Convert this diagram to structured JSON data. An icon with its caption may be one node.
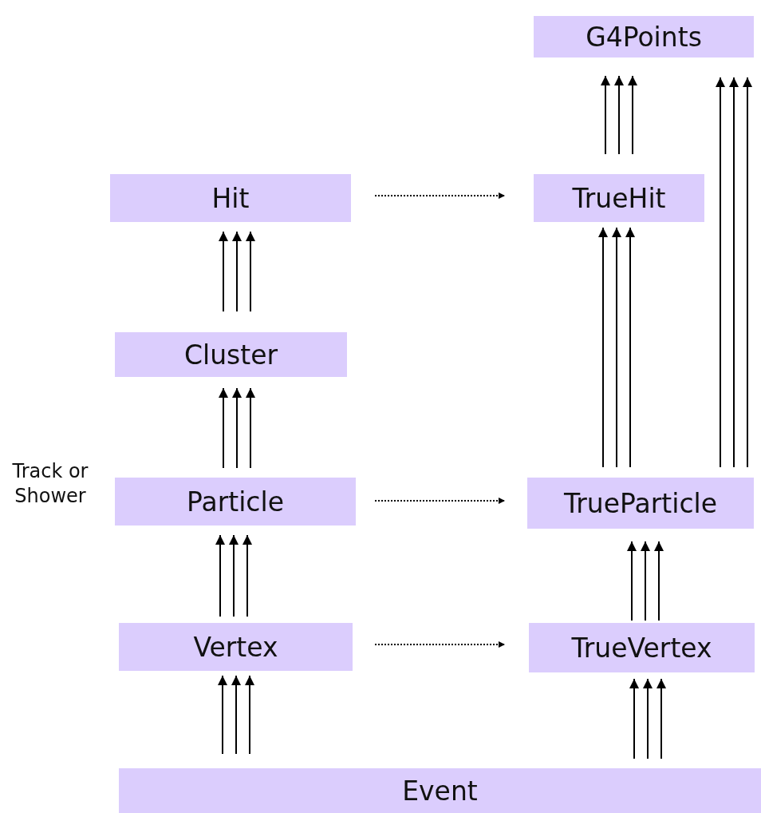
{
  "diagram": {
    "nodes": [
      {
        "text": [
          "G4Points"
        ]
      },
      {
        "text": [
          "Hit"
        ]
      },
      {
        "text": [
          "TrueHit"
        ]
      },
      {
        "text": [
          "Cluster"
        ]
      },
      {
        "text": [
          "Particle"
        ],
        "beside": [
          "Track or Shower"
        ]
      },
      {
        "text": [
          "TrueParticle"
        ]
      },
      {
        "text": [
          "Vertex"
        ]
      },
      {
        "text": [
          "TrueVertex"
        ]
      },
      {
        "text": [
          "Event"
        ]
      }
    ],
    "edges": [
      {
        "from": 2,
        "to": 0,
        "arrow": "to"
      },
      {
        "from": 2,
        "to": 0,
        "arrow": "to"
      },
      {
        "from": 2,
        "to": 0,
        "arrow": "to"
      },
      {
        "from": 5,
        "to": 0,
        "arrow": "to"
      },
      {
        "from": 5,
        "to": 0,
        "arrow": "to"
      },
      {
        "from": 5,
        "to": 0,
        "arrow": "to"
      },
      {
        "from": 1,
        "to": 2,
        "arrow": "to",
        "style": "dashed"
      },
      {
        "from": 3,
        "to": 1,
        "arrow": "to"
      },
      {
        "from": 3,
        "to": 1,
        "arrow": "to"
      },
      {
        "from": 3,
        "to": 1,
        "arrow": "to"
      },
      {
        "from": 5,
        "to": 2,
        "arrow": "to"
      },
      {
        "from": 5,
        "to": 2,
        "arrow": "to"
      },
      {
        "from": 5,
        "to": 2,
        "arrow": "to"
      },
      {
        "from": 4,
        "to": 3,
        "arrow": "to"
      },
      {
        "from": 4,
        "to": 3,
        "arrow": "to"
      },
      {
        "from": 4,
        "to": 3,
        "arrow": "to"
      },
      {
        "from": 4,
        "to": 5,
        "arrow": "to",
        "style": "dashed"
      },
      {
        "from": 6,
        "to": 4,
        "arrow": "to"
      },
      {
        "from": 6,
        "to": 4,
        "arrow": "to"
      },
      {
        "from": 6,
        "to": 4,
        "arrow": "to"
      },
      {
        "from": 7,
        "to": 5,
        "arrow": "to"
      },
      {
        "from": 7,
        "to": 5,
        "arrow": "to"
      },
      {
        "from": 7,
        "to": 5,
        "arrow": "to"
      },
      {
        "from": 6,
        "to": 7,
        "arrow": "to",
        "style": "dashed"
      },
      {
        "from": 8,
        "to": 6,
        "arrow": "to"
      },
      {
        "from": 8,
        "to": 6,
        "arrow": "to"
      },
      {
        "from": 8,
        "to": 6,
        "arrow": "to"
      },
      {
        "from": 8,
        "to": 7,
        "arrow": "to"
      },
      {
        "from": 8,
        "to": 7,
        "arrow": "to"
      },
      {
        "from": 8,
        "to": 7,
        "arrow": "to"
      }
    ]
  }
}
